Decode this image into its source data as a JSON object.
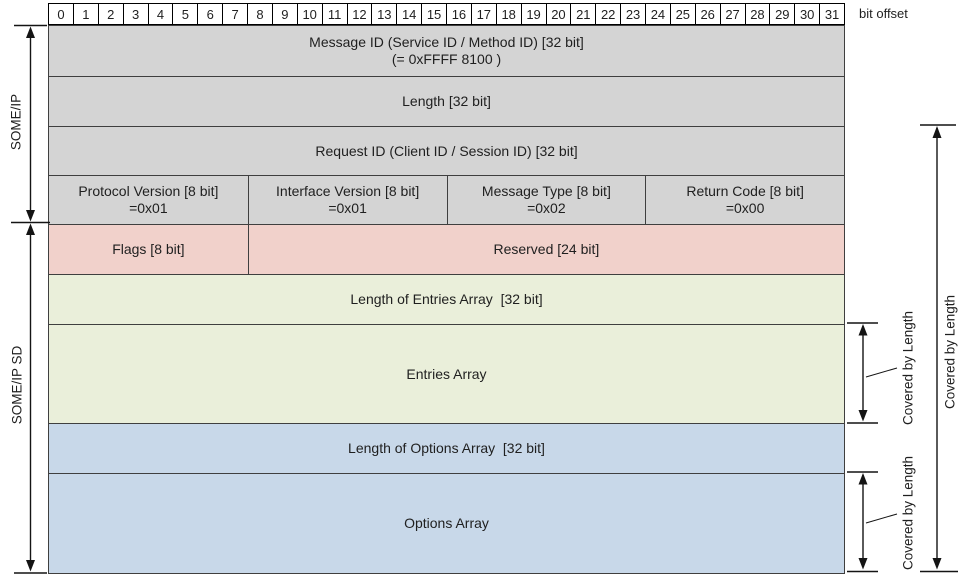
{
  "colors": {
    "someip_bg": "#d4d4d4",
    "flags_bg": "#f1d1cb",
    "entries_bg": "#eaefda",
    "options_bg": "#c8d8e9",
    "border": "#3f3f3f",
    "arrow": "#141414"
  },
  "bit_header": {
    "label": "bit offset",
    "bits": [
      "0",
      "1",
      "2",
      "3",
      "4",
      "5",
      "6",
      "7",
      "8",
      "9",
      "10",
      "11",
      "12",
      "13",
      "14",
      "15",
      "16",
      "17",
      "18",
      "19",
      "20",
      "21",
      "22",
      "23",
      "24",
      "25",
      "26",
      "27",
      "28",
      "29",
      "30",
      "31"
    ]
  },
  "packet": {
    "message_id": {
      "line1": "Message ID (Service ID / Method ID) [32 bit]",
      "line2": "(= 0xFFFF 8100 )"
    },
    "length": {
      "label": "Length [32 bit]"
    },
    "request_id": {
      "label": "Request ID (Client ID / Session ID) [32 bit]"
    },
    "version_row": {
      "cells": [
        {
          "line1": "Protocol Version [8 bit]",
          "line2": "=0x01"
        },
        {
          "line1": "Interface Version [8 bit]",
          "line2": "=0x01"
        },
        {
          "line1": "Message Type [8 bit]",
          "line2": "=0x02"
        },
        {
          "line1": "Return Code [8 bit]",
          "line2": "=0x00"
        }
      ]
    },
    "flags_row": {
      "flags": "Flags [8 bit]",
      "reserved": "Reserved [24 bit]"
    },
    "entries_length": {
      "label": "Length of Entries Array  [32 bit]"
    },
    "entries_array": {
      "label": "Entries Array"
    },
    "options_length": {
      "label": "Length of Options Array  [32 bit]"
    },
    "options_array": {
      "label": "Options Array"
    }
  },
  "side_labels": {
    "someip": "SOME/IP",
    "someip_sd": "SOME/IP SD",
    "covered_total": "Covered by Length",
    "covered_entries": "Covered by Length",
    "covered_options": "Covered by Length"
  }
}
